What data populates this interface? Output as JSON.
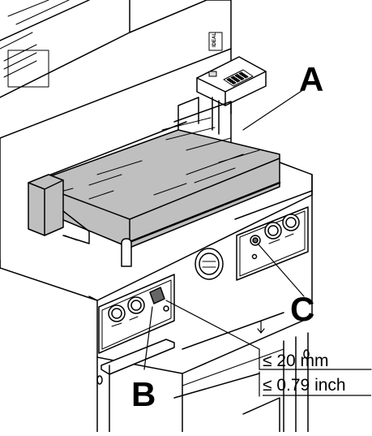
{
  "diagram": {
    "brand_label": "IDEAL",
    "callouts": {
      "a": "A",
      "b": "B",
      "c": "C"
    },
    "measurement": {
      "metric": "≤ 20 mm",
      "imperial": "≤ 0.79 inch"
    }
  }
}
